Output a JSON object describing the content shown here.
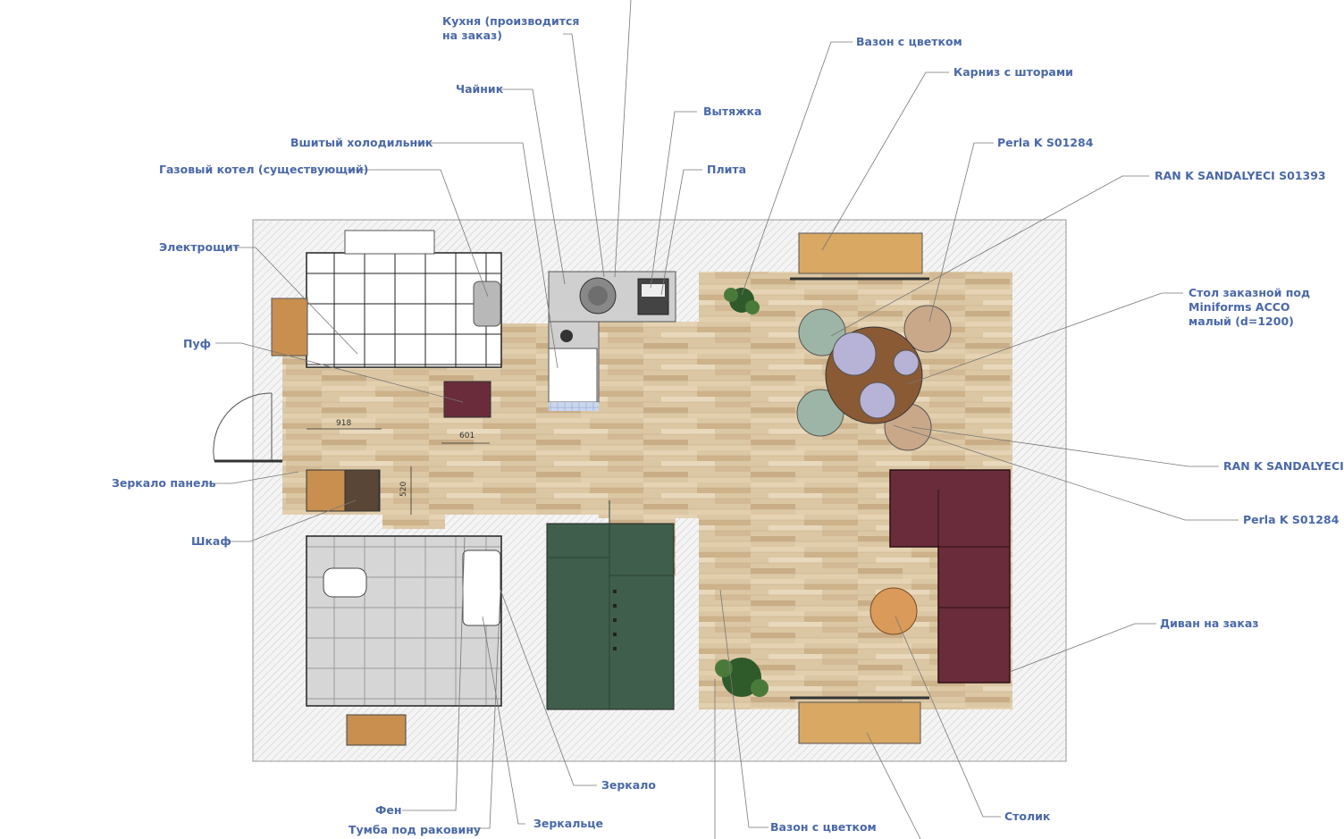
{
  "labels": {
    "kitchen": "Кухня (производится\nна заказ)",
    "kettle": "Чайник",
    "hood": "Вытяжка",
    "stove": "Плита",
    "fridge": "Вшитый холодильник",
    "boiler": "Газовый котел (существующий)",
    "panel": "Электрощит",
    "pouf": "Пуф",
    "mirror_panel": "Зеркало панель",
    "wardrobe": "Шкаф",
    "hairdryer": "Фен",
    "vanity": "Тумба под раковину",
    "mirror_small": "Зеркальце",
    "mirror": "Зеркало",
    "vase_top": "Вазон с цветком",
    "curtain": "Карниз с шторами",
    "perla_top": "Perla K S01284",
    "ran_top": "RAN K SANDALYECI S01393",
    "table": "Стол заказной под\nMiniforms ACCO\nмалый (d=1200)",
    "ran_right": "RAN K SANDALYECI",
    "perla_right": "Perla K S01284",
    "sofa": "Диван на заказ",
    "coffee_table": "Столик",
    "vase_bottom": "Вазон с цветком"
  },
  "dimensions": {
    "d918": "918",
    "d601": "601",
    "d520": "520"
  },
  "colors": {
    "label": "#4a68a8",
    "wood": "#dcc7a4",
    "sofa": "#6a2c3a",
    "stairs": "#3f5e4b",
    "chair_green": "#9db5a6",
    "chair_brown": "#c9a88a",
    "table_wood": "#8a5a35"
  }
}
